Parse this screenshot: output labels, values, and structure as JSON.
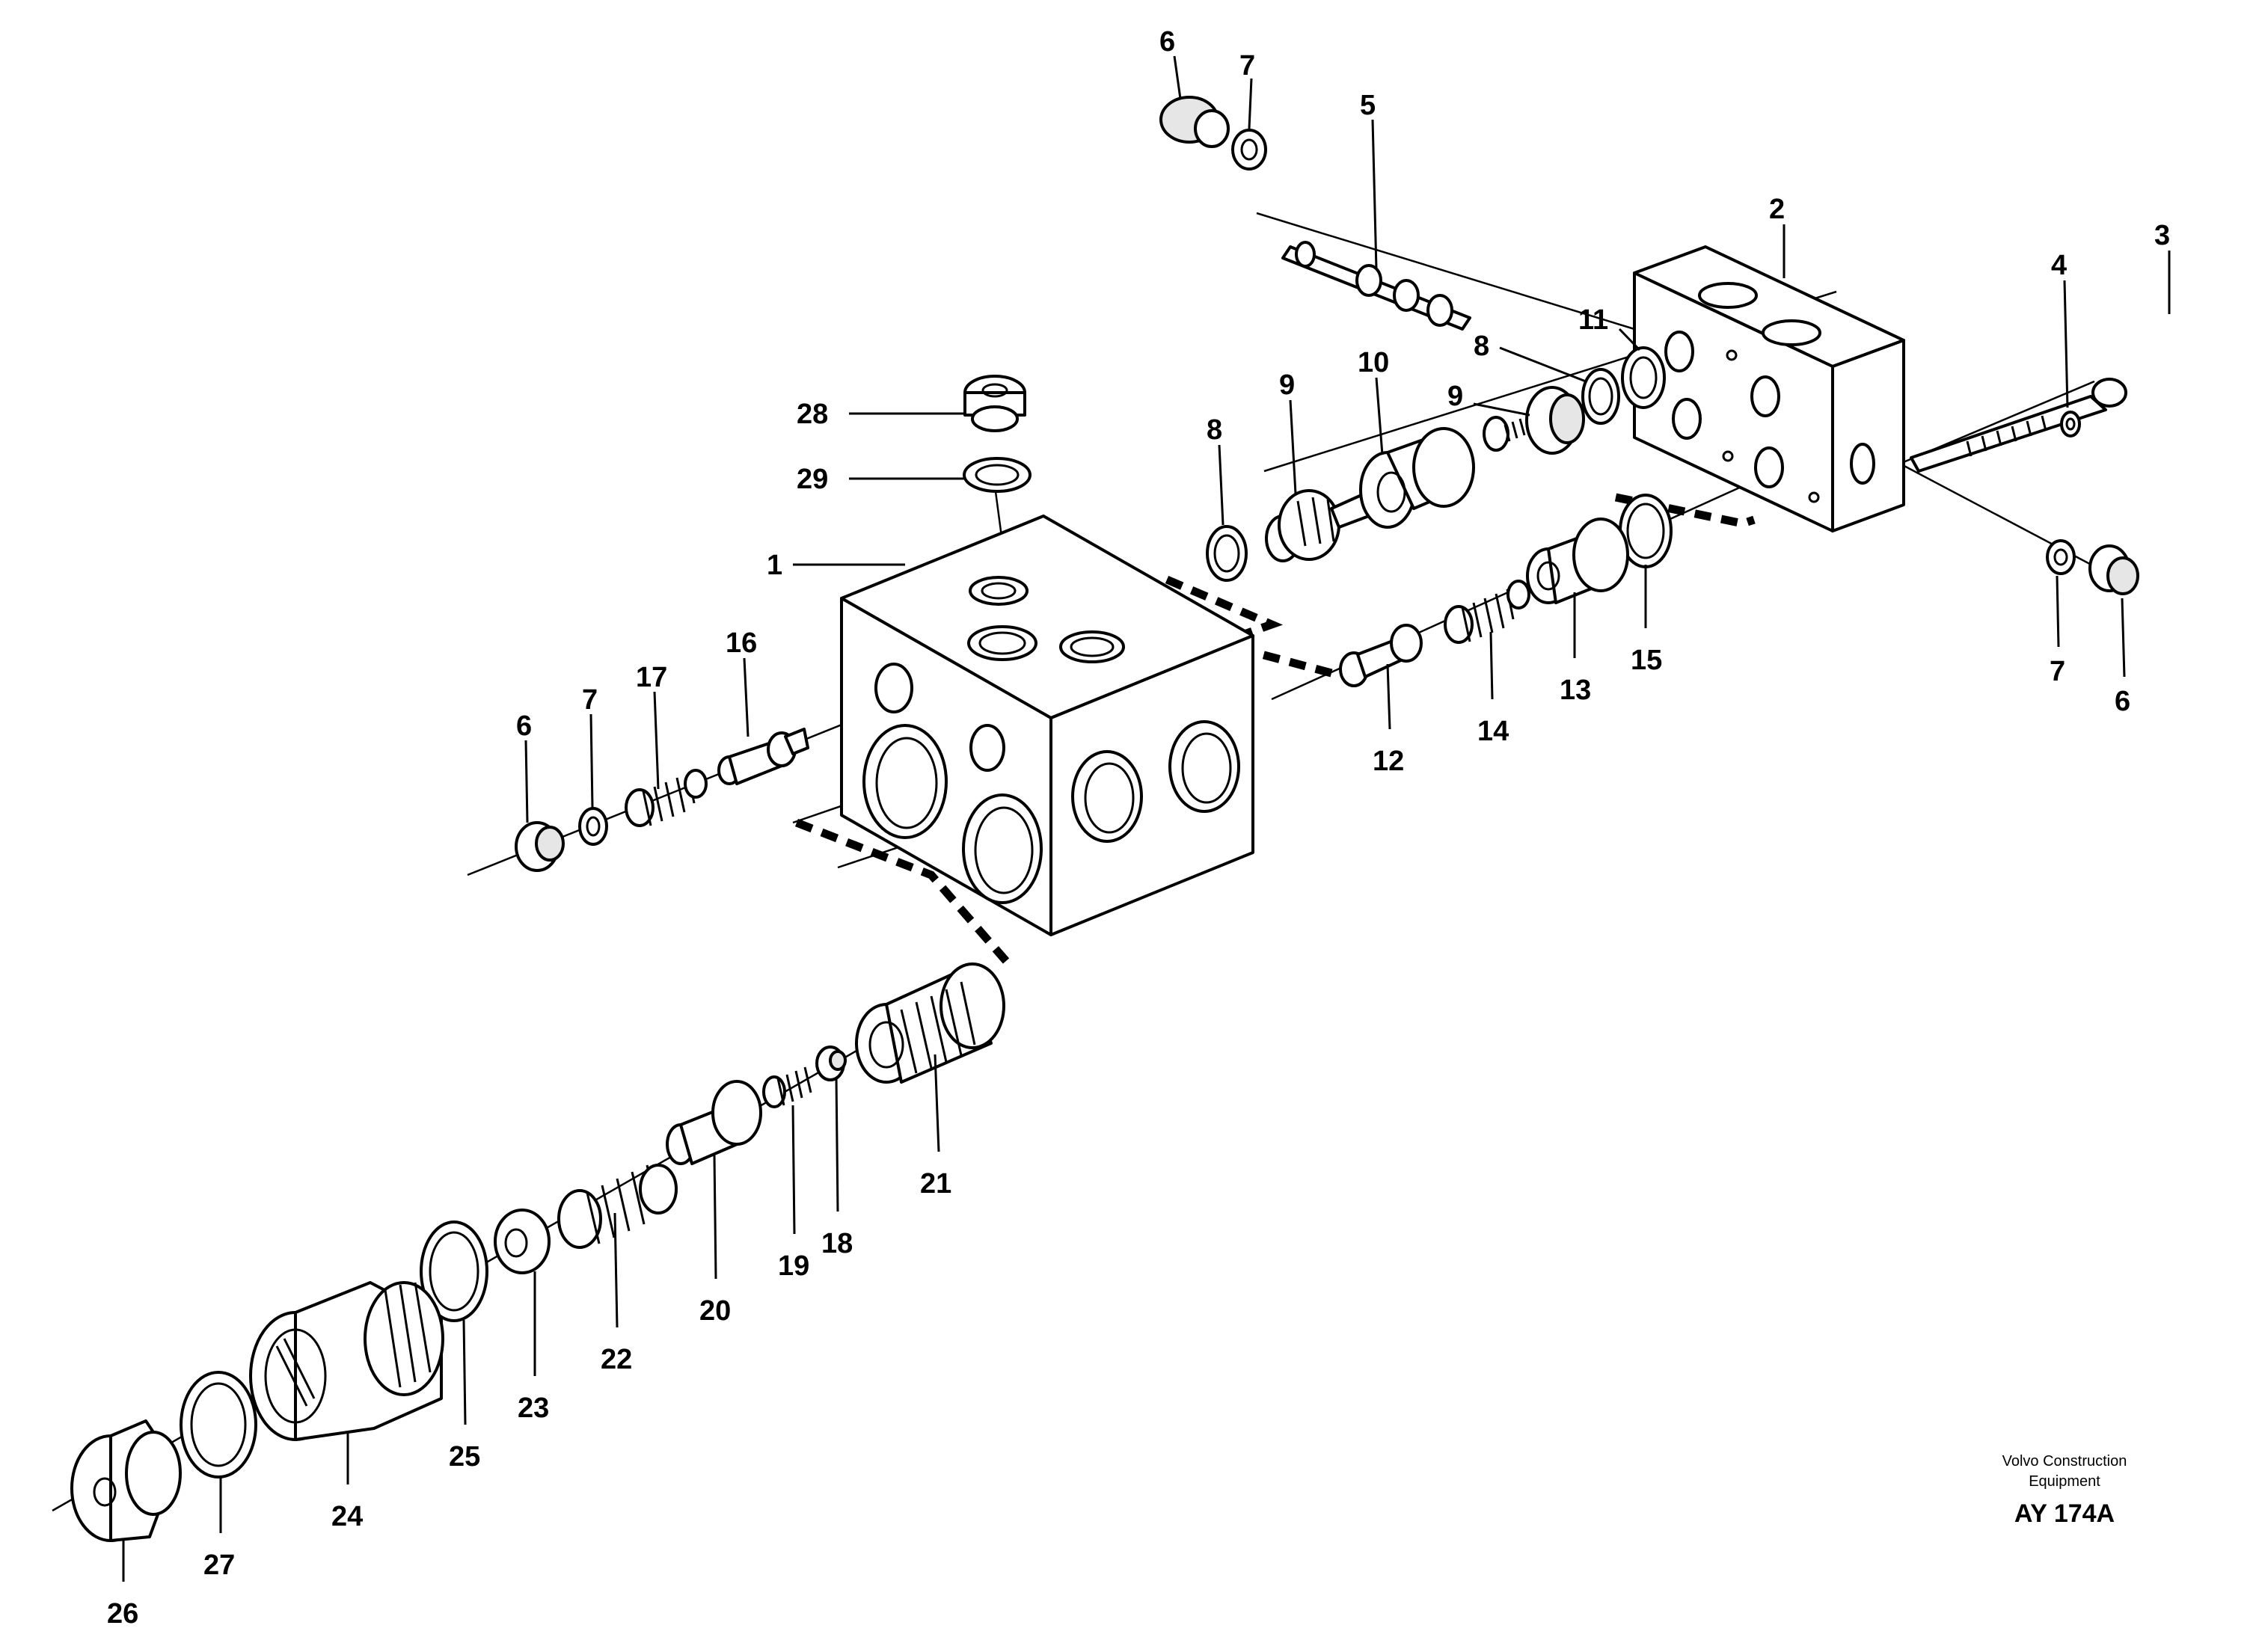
{
  "callouts": [
    "1",
    "2",
    "3",
    "4",
    "5",
    "6",
    "7",
    "8",
    "9",
    "10",
    "11",
    "12",
    "13",
    "14",
    "15",
    "16",
    "17",
    "18",
    "19",
    "20",
    "21",
    "22",
    "23",
    "24",
    "25",
    "26",
    "27",
    "28",
    "29"
  ],
  "duplicate_callouts": {
    "6": [
      "6",
      "6",
      "6"
    ],
    "7": [
      "7",
      "7",
      "7"
    ],
    "8": [
      "8",
      "8"
    ],
    "9": [
      "9",
      "9"
    ]
  },
  "caption": {
    "line1": "Volvo Construction",
    "line2": "Equipment",
    "code": "AY 174A"
  }
}
